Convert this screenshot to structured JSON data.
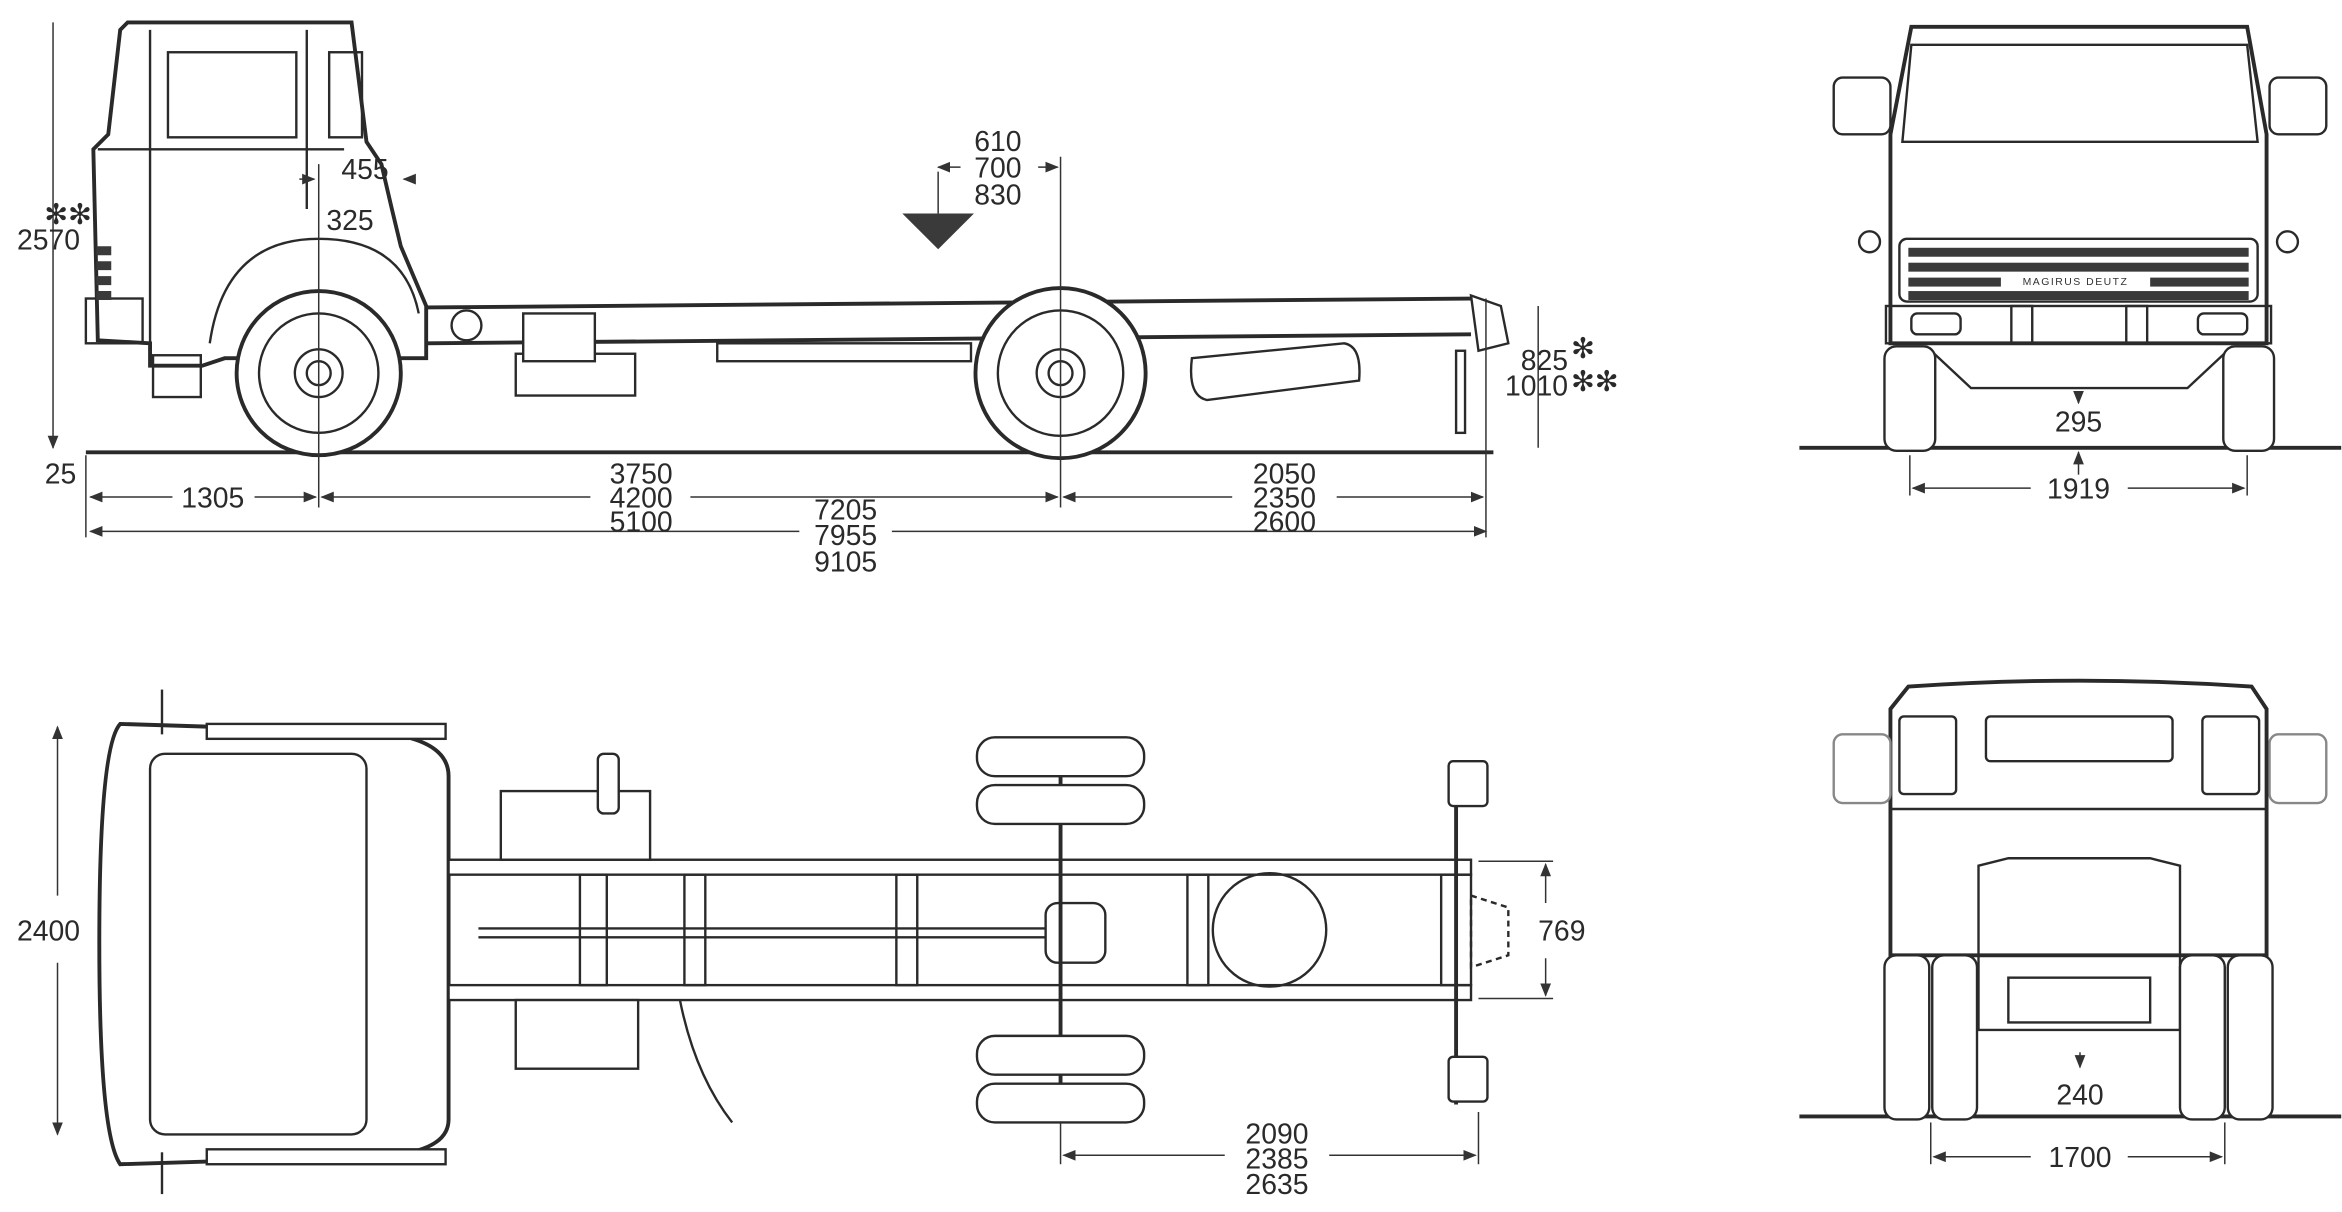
{
  "drawing": {
    "brand_logo_text": "MAGIRUS DEUTZ",
    "side_view": {
      "height_total": "2570",
      "height_marker": "✻✻",
      "ground_offset": "25",
      "cab_dim_upper": "455",
      "cab_dim_lower": "325",
      "load_offsets": [
        "610",
        "700",
        "830"
      ],
      "front_overhang": "1305",
      "wheelbase": [
        "3750",
        "4200",
        "5100"
      ],
      "rear_overhang": [
        "2050",
        "2350",
        "2600"
      ],
      "overall_length": [
        "7205",
        "7955",
        "9105"
      ],
      "frame_height": [
        "825",
        "1010"
      ],
      "frame_height_markers": [
        "✻",
        "✻✻"
      ]
    },
    "front_view": {
      "ground_clearance": "295",
      "track": "1919"
    },
    "top_view": {
      "overall_width": "2400",
      "frame_width": "769",
      "rear_dims": [
        "2090",
        "2385",
        "2635"
      ]
    },
    "rear_view": {
      "ground_clearance": "240",
      "track": "1700"
    }
  }
}
